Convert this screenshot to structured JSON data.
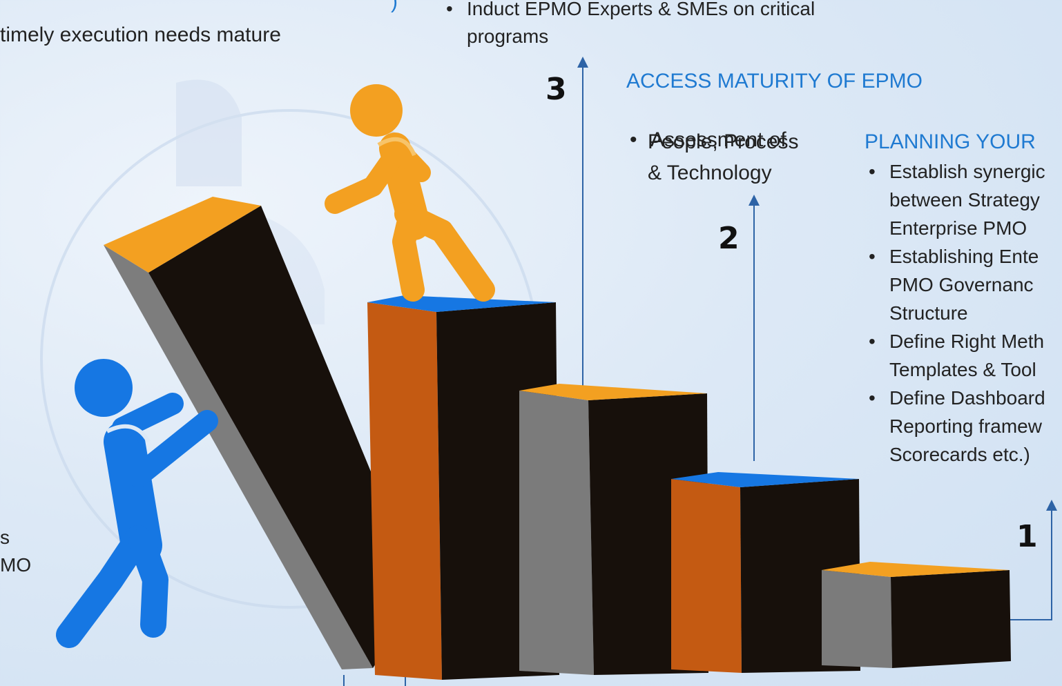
{
  "top_left": {
    "line": "timely execution needs mature",
    "paren_fragment": ")"
  },
  "top_center": {
    "bullet": "Induct EPMO Experts & SMEs on critical",
    "bullet_cont": "programs"
  },
  "step3": {
    "number": "3"
  },
  "step2": {
    "number": "2"
  },
  "step1": {
    "number": "1"
  },
  "access": {
    "heading": "ACCESS MATURITY OF EPMO",
    "bullet_line1": "Assessment of",
    "bullet_line2": "People,  Process",
    "bullet_line3": "& Technology"
  },
  "planning": {
    "heading": "PLANNING YOUR",
    "items": [
      {
        "l1": "Establish synergic",
        "l2": "between Strategy",
        "l3": "Enterprise PMO"
      },
      {
        "l1": "Establishing Ente",
        "l2": "PMO  Governanc",
        "l3": "Structure"
      },
      {
        "l1": "Define Right Meth",
        "l2": "Templates & Tool"
      },
      {
        "l1": "Define Dashboard",
        "l2": "Reporting framew",
        "l3": "Scorecards etc.)"
      }
    ]
  },
  "left_fragment": {
    "l1": "s",
    "l2": "MO"
  },
  "colors": {
    "accent_blue": "#1f7ad1",
    "orange": "#f3a021",
    "figure_blue": "#1677e3",
    "dark_block": "#17100b",
    "rust": "#c45a12",
    "grey": "#7b7b7b"
  }
}
